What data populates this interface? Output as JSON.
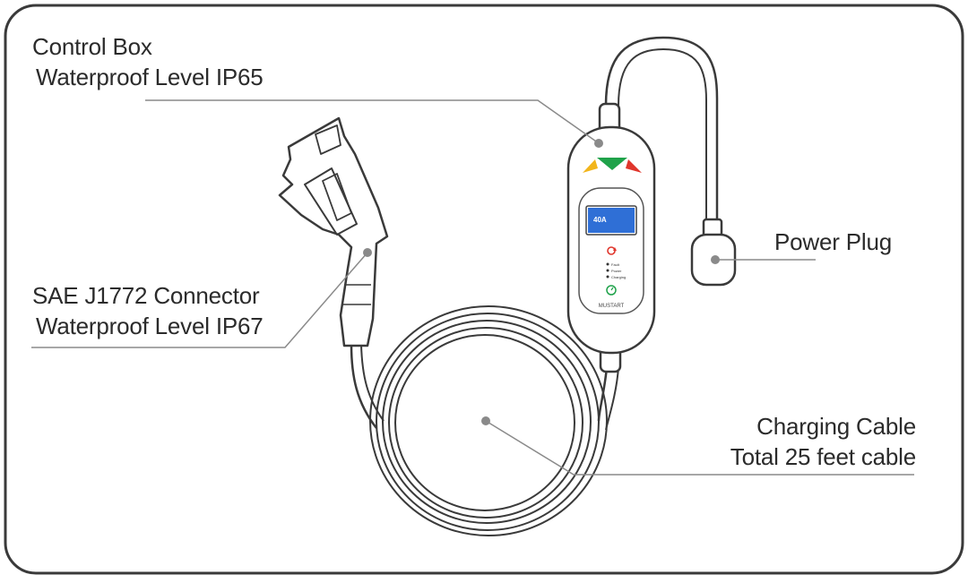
{
  "labels": {
    "control_box": {
      "line1": "Control Box",
      "line2": "Waterproof Level IP65"
    },
    "power_plug": {
      "line1": "Power Plug"
    },
    "connector": {
      "line1": "SAE J1772 Connector",
      "line2": "Waterproof Level IP67"
    },
    "cable": {
      "line1": "Charging Cable",
      "line2": "Total 25 feet cable"
    }
  },
  "control_box_display": {
    "current": "40A",
    "indicators": [
      "Fault",
      "Power",
      "Charging"
    ],
    "brand": "MUSTART"
  },
  "colors": {
    "frame": "#3a3a3a",
    "outline": "#3a3a3a",
    "leader": "#8a8a8a",
    "screen": "#2f6fd6",
    "arrow_left": "#f2b51c",
    "arrow_center": "#1fa24a",
    "arrow_right": "#e0362c"
  }
}
